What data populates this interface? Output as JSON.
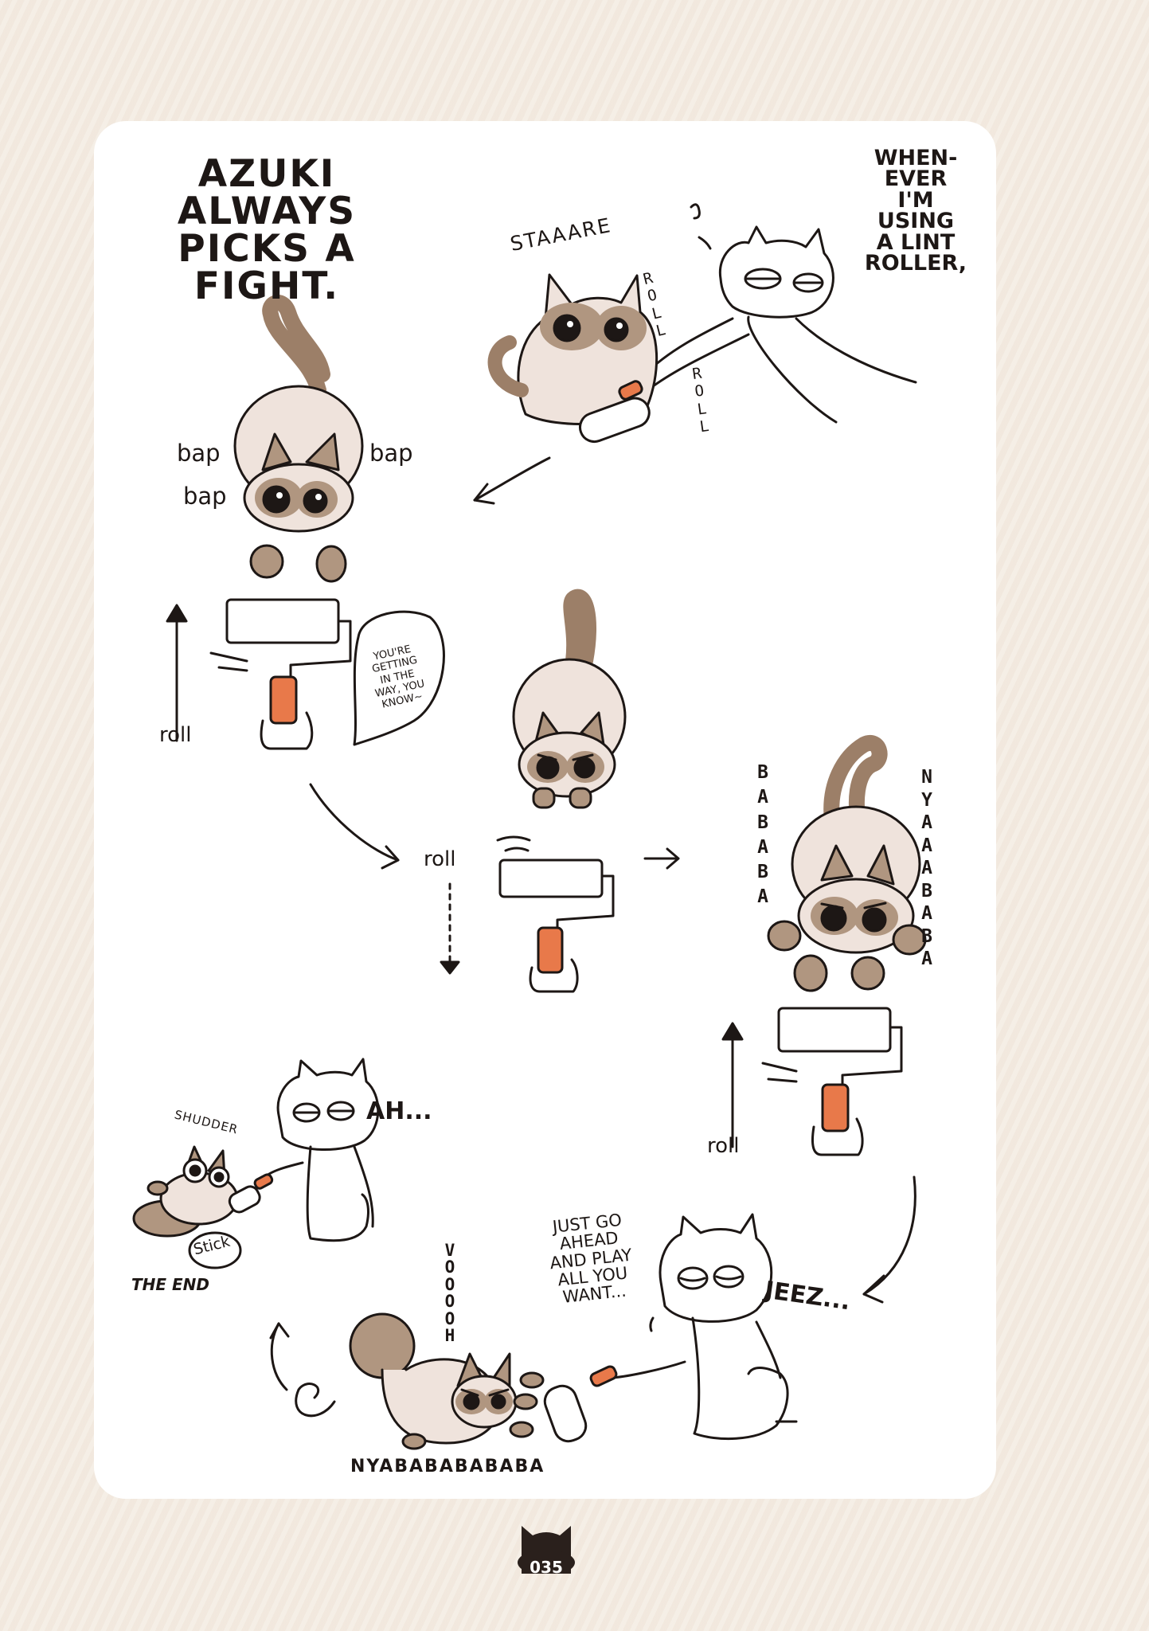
{
  "title": "AZUKI\nALWAYS\nPICKS A\nFIGHT.",
  "narration_top": "WHEN-\nEVER\nI'M\nUSING\nA LINT\nROLLER,",
  "sfx": {
    "staaare": "STAAARE",
    "roll_vertical_1": "ROLL",
    "roll_vertical_2": "ROLL",
    "bap_1": "bap",
    "bap_2": "bap",
    "bap_3": "bap",
    "roll_1": "roll",
    "roll_2": "roll",
    "roll_3": "roll",
    "bababa": "BABABA",
    "nyaaababa": "NYAAABABA",
    "shudder": "SHUDDER",
    "stick": "Stick",
    "vooooh": "VOOOOH",
    "nyababababa": "NYABABABABABA"
  },
  "dialogue": {
    "bubble_getting_in_way": "YOU'RE\nGETTING\nIN THE\nWAY, YOU\nKNOW~",
    "ah": "AH...",
    "just_go_ahead": "JUST GO\nAHEAD\nAND PLAY\nALL YOU\nWANT...",
    "jeez": "JEEZ..."
  },
  "ending": "THE END",
  "page_number": "035",
  "colors": {
    "background": "#f3ebe1",
    "panel": "#ffffff",
    "ink": "#1d1715",
    "cat_body": "#efe3dc",
    "cat_points": "#b09680",
    "roller_handle": "#e8794a",
    "page_badge": "#2a201c"
  }
}
